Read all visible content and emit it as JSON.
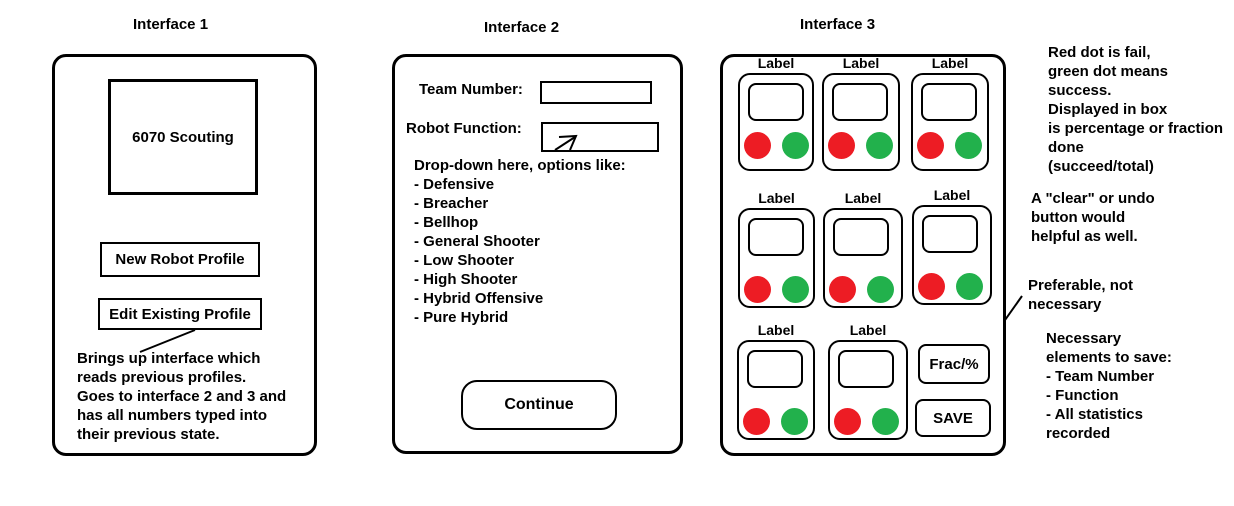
{
  "interface1": {
    "title": "Interface 1",
    "logo": "6070 Scouting",
    "new_profile_button": "New Robot Profile",
    "edit_profile_button": "Edit Existing Profile",
    "note_lines": [
      "Brings up interface which",
      "reads previous profiles.",
      "Goes to interface 2 and 3 and",
      "has all numbers typed into",
      "their previous state."
    ]
  },
  "interface2": {
    "title": "Interface 2",
    "team_number_label": "Team Number:",
    "robot_function_label": "Robot Function:",
    "dropdown_note": "Drop-down here, options like:",
    "options": [
      "- Defensive",
      "- Breacher",
      "- Bellhop",
      "- General Shooter",
      "- Low Shooter",
      "- High Shooter",
      "- Hybrid Offensive",
      "- Pure Hybrid"
    ],
    "continue_button": "Continue"
  },
  "interface3": {
    "title": "Interface 3",
    "cell_label": "Label",
    "frac_button": "Frac/%",
    "save_button": "SAVE"
  },
  "notes": {
    "dots": [
      "Red dot is fail,",
      "green dot means",
      "success.",
      "Displayed in box",
      "is percentage or fraction",
      "done",
      "(succeed/total)"
    ],
    "clear": [
      "A \"clear\" or undo",
      "button would",
      "helpful as well."
    ],
    "preferable": [
      "Preferable, not",
      "necessary"
    ],
    "necessary": [
      "Necessary",
      "elements to save:",
      "- Team Number",
      "- Function",
      "- All statistics",
      "recorded"
    ]
  },
  "colors": {
    "fail": "#ed1c24",
    "success": "#22b14c"
  }
}
